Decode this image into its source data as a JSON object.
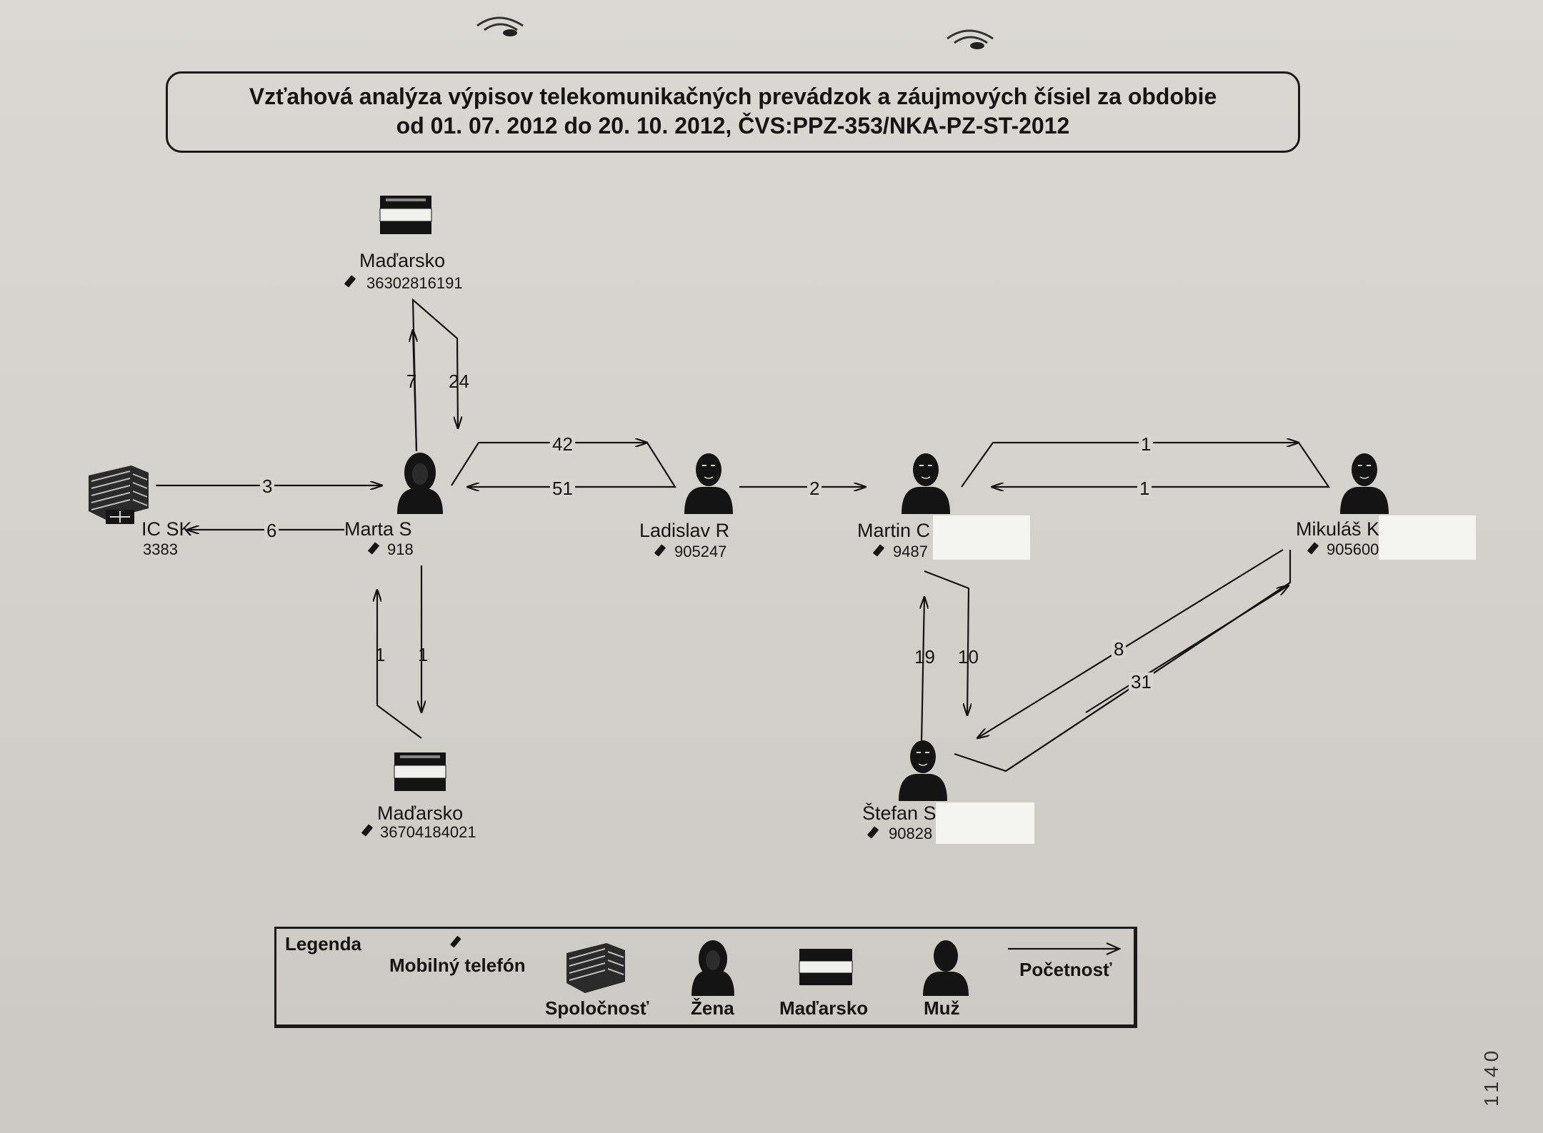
{
  "title": {
    "line1": "Vzťahová analýza výpisov telekomunikačných prevádzok a záujmových čísiel za obdobie",
    "line2": "od 01. 07. 2012 do 20. 10. 2012, ČVS:PPZ-353/NKA-PZ-ST-2012"
  },
  "nodes": {
    "hu_top": {
      "name": "Maďarsko",
      "phone": "36302816191"
    },
    "hu_bottom": {
      "name": "Maďarsko",
      "phone": "36704184021"
    },
    "company": {
      "name": "IC SK",
      "phone": "3383"
    },
    "marta": {
      "name": "Marta S",
      "phone": "918"
    },
    "ladislav": {
      "name": "Ladislav R",
      "phone": "905247"
    },
    "martin": {
      "name": "Martin C",
      "phone": "9487"
    },
    "mikulas": {
      "name": "Mikuláš K",
      "phone": "905600"
    },
    "stefan": {
      "name": "Štefan S",
      "phone": "90828"
    }
  },
  "edges": {
    "marta_to_hu_top": "7",
    "hu_top_to_marta": "24",
    "company_to_marta": "3",
    "marta_to_company": "6",
    "marta_to_ladislav": "42",
    "ladislav_to_marta": "51",
    "ladislav_to_martin": "2",
    "martin_to_mikulas": "1",
    "mikulas_to_martin": "1",
    "hu_bottom_to_marta": "1",
    "marta_to_hu_bottom": "1",
    "stefan_to_martin": "19",
    "martin_to_stefan": "10",
    "stefan_to_mikulas": "8",
    "mikulas_to_stefan": "31"
  },
  "legend": {
    "title": "Legenda",
    "phone": "Mobilný telefón",
    "company": "Spoločnosť",
    "woman": "Žena",
    "hungary": "Maďarsko",
    "man": "Muž",
    "frequency": "Početnosť"
  },
  "margin_marks": "1140",
  "colors": {
    "paper": "#d6d5ce",
    "ink": "#141414",
    "redaction": "#f4f4f1"
  }
}
